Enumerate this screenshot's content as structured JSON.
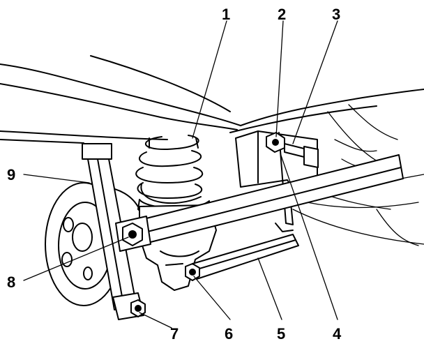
{
  "callouts": {
    "c1": "1",
    "c2": "2",
    "c3": "3",
    "c4": "4",
    "c5": "5",
    "c6": "6",
    "c7": "7",
    "c8": "8",
    "c9": "9"
  },
  "colors": {
    "ink": "#000000",
    "paper": "#ffffff"
  }
}
